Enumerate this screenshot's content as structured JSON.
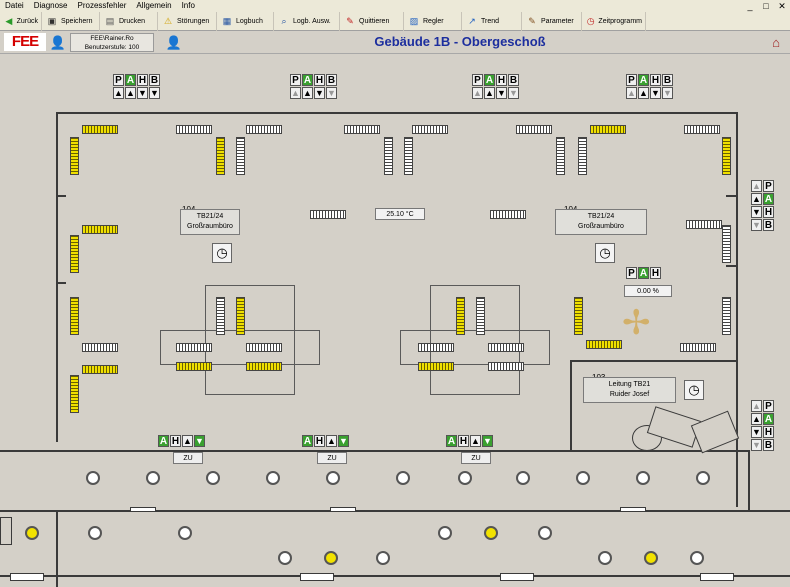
{
  "menu": {
    "items": [
      "Datei",
      "Diagnose",
      "Prozessfehler",
      "Allgemein",
      "Info"
    ]
  },
  "window": {
    "minimize": "_",
    "maximize": "□",
    "close": "✕"
  },
  "toolbar": {
    "buttons": [
      {
        "label": "Zurück",
        "icon": "back-arrow-icon",
        "symbol": "◀",
        "color": "#2a9a2a"
      },
      {
        "label": "Speichern",
        "icon": "save-disk-icon",
        "symbol": "▣",
        "color": "#303030"
      },
      {
        "label": "Drucken",
        "icon": "printer-icon",
        "symbol": "▤",
        "color": "#505050"
      },
      {
        "label": "Störungen",
        "icon": "warning-triangle-icon",
        "symbol": "⚠",
        "color": "#d0a000"
      },
      {
        "label": "Logbuch",
        "icon": "logbook-icon",
        "symbol": "▦",
        "color": "#2050a0"
      },
      {
        "label": "Logb. Ausw.",
        "icon": "logbook-search-icon",
        "symbol": "⌕",
        "color": "#2050a0"
      },
      {
        "label": "Quittieren",
        "icon": "acknowledge-pen-icon",
        "symbol": "✎",
        "color": "#c02020"
      },
      {
        "label": "Regler",
        "icon": "controller-icon",
        "symbol": "▨",
        "color": "#2060c0"
      },
      {
        "label": "Trend",
        "icon": "trend-chart-icon",
        "symbol": "↗",
        "color": "#2060c0"
      },
      {
        "label": "Parameter",
        "icon": "parameter-icon",
        "symbol": "✎",
        "color": "#805020"
      },
      {
        "label": "Zeitprogramm",
        "icon": "time-program-icon",
        "symbol": "◷",
        "color": "#c02020"
      }
    ]
  },
  "header": {
    "logo": "FEE",
    "user_line1": "FEE\\Rainer.Ro",
    "user_line2": "Benutzerstufe: 100",
    "title": "Gebäude 1B - Obergeschoß"
  },
  "rooms": {
    "r104a": {
      "number": "104",
      "line1": "TB21/24",
      "line2": "Großraumbüro"
    },
    "r104b": {
      "number": "104",
      "line1": "TB21/24",
      "line2": "Großraumbüro"
    },
    "r103": {
      "number": "103",
      "line1": "Leitung TB21",
      "line2": "Ruider Josef"
    }
  },
  "readouts": {
    "temperature": "25.10 °C",
    "fan_percent": "0.00 %"
  },
  "labels": {
    "P": "P",
    "A": "A",
    "H": "H",
    "B": "B",
    "zu": "ZU"
  },
  "glyphs": {
    "up": "▲",
    "down": "▼",
    "clock": "◷",
    "user": "👤",
    "home": "⌂",
    "fan": "✢"
  }
}
